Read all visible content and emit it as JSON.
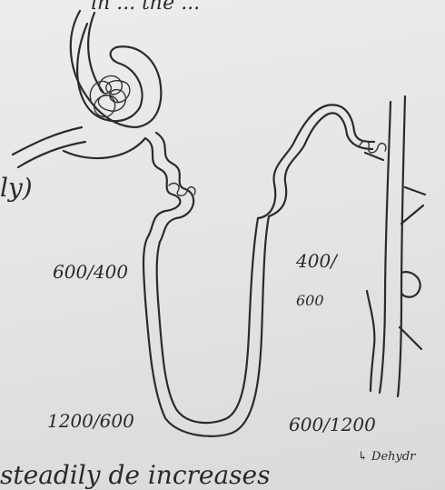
{
  "labels": {
    "top_text": "in ... the ...",
    "fragment_left": "ly)",
    "pct_upper_left": "600/400",
    "pct_upper_right_num": "400/",
    "pct_upper_right_den": "600",
    "pct_lower_left": "1200/600",
    "pct_lower_right": "600/1200",
    "dehydr_note": "↳ Dehydr",
    "bottom_text": "steadily de increases"
  },
  "colors": {
    "ink": "#2b2b2b",
    "paper": "#e4e6e6"
  }
}
